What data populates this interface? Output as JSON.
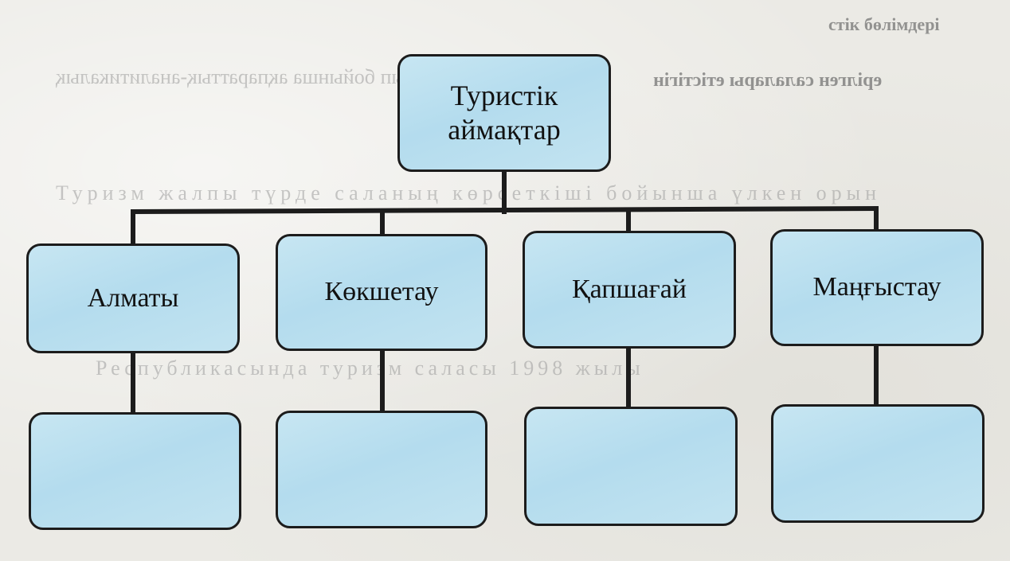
{
  "diagram": {
    "root": {
      "label": "Туристік\nаймақтар"
    },
    "regions": [
      {
        "label": "Алматы"
      },
      {
        "label": "Көкшетау"
      },
      {
        "label": "Қапшағай"
      },
      {
        "label": "Маңғыстау"
      }
    ],
    "colors": {
      "node_fill": "#b4dcee",
      "stroke": "#1c1c1c",
      "paper": "#ebeae5"
    }
  },
  "background_text": {
    "line_1": "стік бөлімдері",
    "line_2": "сқырып бойынша ақпараттық-аналитикалық",
    "line_3": "ерілген салалары етістігін",
    "line_4": "Туризм жалпы түрде саланың көрсеткіші бойынша үлкен орын",
    "line_5": "Республикасында туризм саласы 1998 жылы"
  }
}
